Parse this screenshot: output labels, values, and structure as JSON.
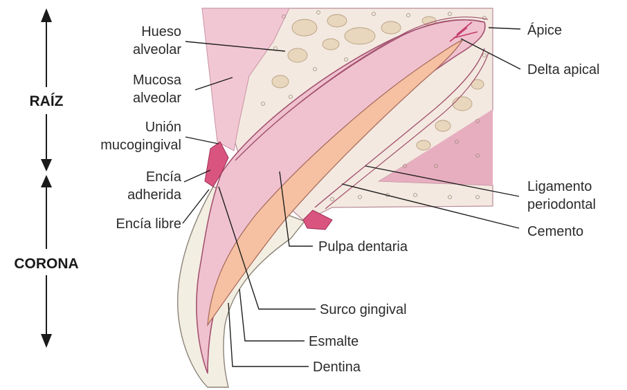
{
  "axis": {
    "root": "RAÍZ",
    "crown": "CORONA"
  },
  "labels": {
    "hueso": [
      "Hueso",
      "alveolar"
    ],
    "mucosa": [
      "Mucosa",
      "alveolar"
    ],
    "union": [
      "Unión",
      "mucogingival"
    ],
    "encia_adherida": [
      "Encía",
      "adherida"
    ],
    "encia_libre": "Encía libre",
    "apice": "Ápice",
    "delta": "Delta apical",
    "ligamento": [
      "Ligamento",
      "periodontal"
    ],
    "cemento": "Cemento",
    "pulpa": "Pulpa dentaria",
    "surco": "Surco gingival",
    "esmalte": "Esmalte",
    "dentina": "Dentina"
  },
  "colors": {
    "tissue": "#f0c7d3",
    "tissue_dark": "#e9b4c4",
    "bone": "#f4ebe2",
    "bone_spot": "#e6d5be",
    "pulp": "#f6c6a8",
    "enamel": "#f3eee2",
    "accent": "#c2386a",
    "gingiva": "#d9557f"
  }
}
